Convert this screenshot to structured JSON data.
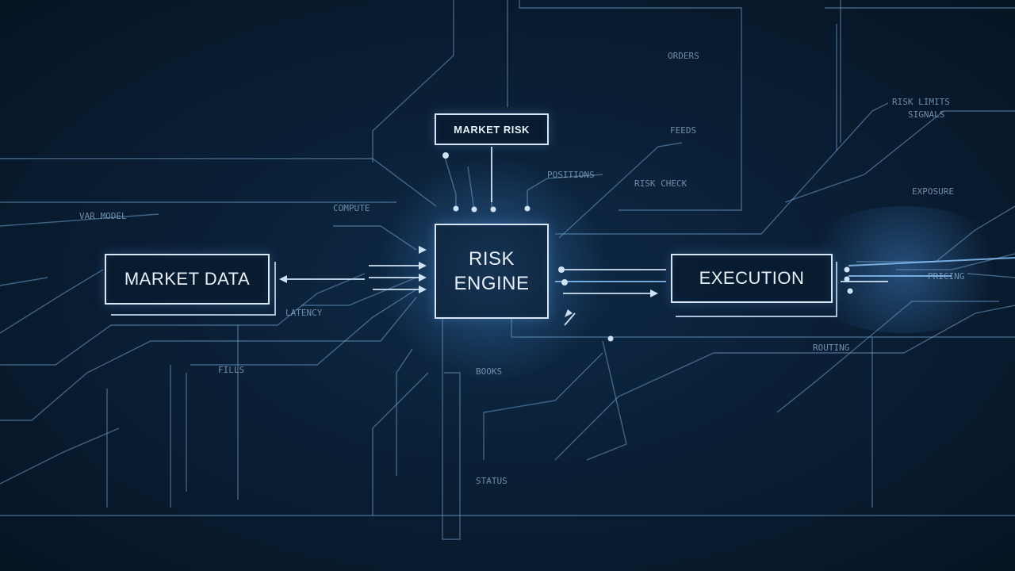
{
  "nodes": {
    "market_data": "MARKET DATA",
    "risk_engine_line1": "RISK",
    "risk_engine_line2": "ENGINE",
    "execution": "EXECUTION",
    "market_risk": "MARKET RISK"
  },
  "micro_labels": [
    "COMPUTE",
    "ORDERS",
    "RISK LIMITS",
    "SIGNALS",
    "FEEDS",
    "POSITIONS",
    "RISK CHECK",
    "EXPOSURE",
    "VAR MODEL",
    "PRICING",
    "LATENCY",
    "ROUTING",
    "FILLS",
    "BOOKS",
    "STATUS"
  ],
  "colors": {
    "background": "#0a1f36",
    "trace": "#6f9ec9",
    "node_border": "#d6e6f5",
    "accent_glow": "#5aaaff",
    "marker_red": "#c0394b"
  }
}
